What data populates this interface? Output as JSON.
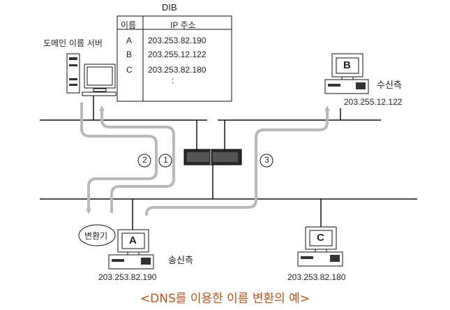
{
  "dib": {
    "title": "DIB",
    "headers": [
      "이름",
      "IP 주소"
    ],
    "rows": [
      {
        "name": "A",
        "ip": "203.253.82.190"
      },
      {
        "name": "B",
        "ip": "203.255.12.122"
      },
      {
        "name": "C",
        "ip": "203.253.82.180"
      },
      {
        "name": "",
        "ip": ":"
      }
    ]
  },
  "dns_server": {
    "label": "도메인 이름 서버"
  },
  "receiver": {
    "letter": "B",
    "label": "수신측",
    "ip": "203.255.12.122"
  },
  "sender": {
    "letter": "A",
    "label": "송신측",
    "ip": "203.253.82.190"
  },
  "converter": {
    "label": "변환기"
  },
  "host_c": {
    "letter": "C",
    "ip": "203.253.82.180"
  },
  "steps": [
    "1",
    "2",
    "3"
  ],
  "caption": "<DNS를 이용한 이름 변환의 예>",
  "colors": {
    "arrow": "#b9b9b9",
    "caption": "#b5531a",
    "line": "#111111"
  }
}
